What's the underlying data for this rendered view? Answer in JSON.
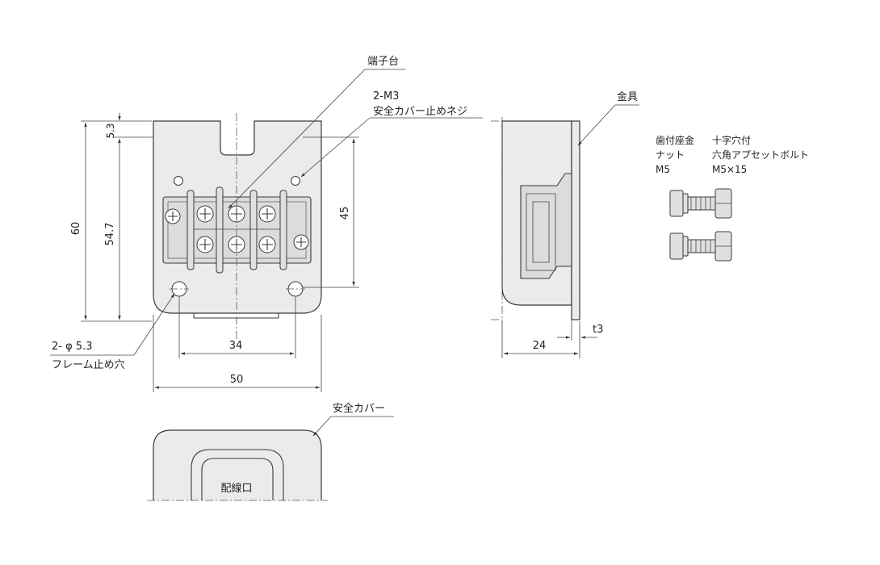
{
  "labels": {
    "terminal_block": "端子台",
    "cover_screw_spec": "2-M3",
    "cover_screw_name": "安全カバー止めネジ",
    "fixture": "金具",
    "washer_nut_1": "歯付座金",
    "washer_nut_2": "ナット",
    "washer_nut_3": "M5",
    "bolt_1": "十字穴付",
    "bolt_2": "六角アプセットボルト",
    "bolt_3": "M5×15",
    "frame_hole_spec": "2- φ 5.3",
    "frame_hole_name": "フレーム止め穴",
    "safety_cover": "安全カバー",
    "wiring_port": "配線口"
  },
  "dimensions": {
    "height_total": "60",
    "height_inner": "54.7",
    "top_gap": "5.3",
    "hole_pitch_vertical": "45",
    "hole_pitch_horizontal": "34",
    "width_total": "50",
    "depth": "24",
    "thickness": "t3"
  }
}
